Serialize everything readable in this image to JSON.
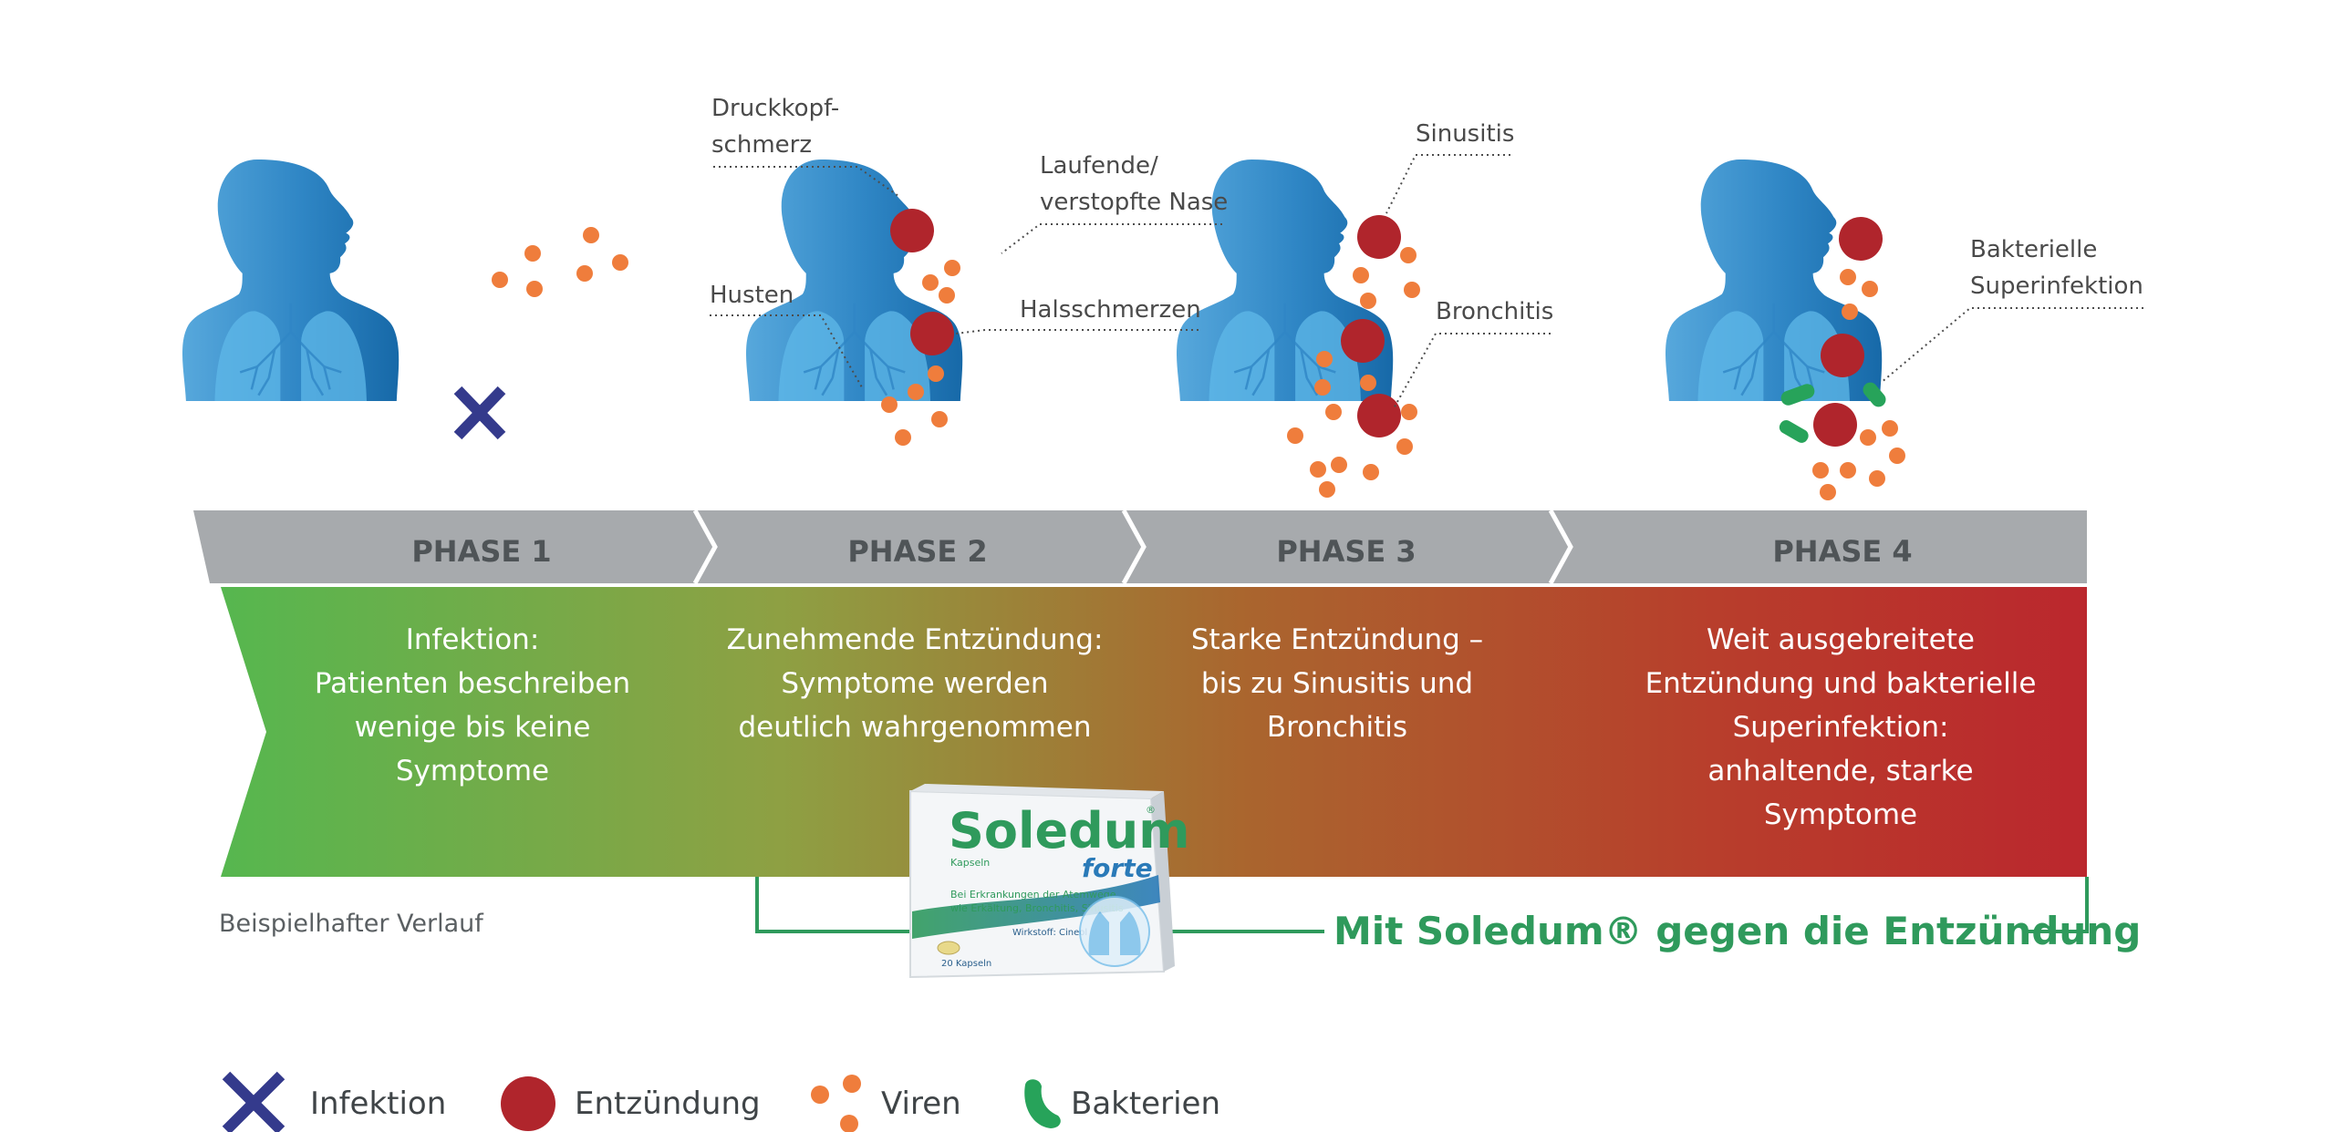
{
  "phases": [
    {
      "label": "PHASE 1",
      "description": [
        "Infektion:",
        "Patienten beschreiben",
        "wenige bis keine",
        "Symptome"
      ]
    },
    {
      "label": "PHASE 2",
      "description": [
        "Zunehmende Entzündung:",
        "Symptome werden",
        "deutlich wahrgenommen"
      ]
    },
    {
      "label": "PHASE 3",
      "description": [
        "Starke Entzündung –",
        "bis zu Sinusitis und",
        "Bronchitis"
      ]
    },
    {
      "label": "PHASE 4",
      "description": [
        "Weit ausgebreitete",
        "Entzündung und bakterielle",
        "Superinfektion:",
        "anhaltende, starke",
        "Symptome"
      ]
    }
  ],
  "annotations": {
    "druckkopfschmerz": [
      "Druckkopf-",
      "schmerz"
    ],
    "nase": [
      "Laufende/",
      "verstopfte Nase"
    ],
    "husten": "Husten",
    "halsschmerzen": "Halsschmerzen",
    "sinusitis": "Sinusitis",
    "bronchitis": "Bronchitis",
    "superinfektion": [
      "Bakterielle",
      "Superinfektion"
    ]
  },
  "footnote": "Beispielhafter Verlauf",
  "claim": "Mit Soledum® gegen die Entzündung",
  "package": {
    "brand": "Soledum",
    "reg": "®",
    "type": "Kapseln",
    "variant": "forte",
    "indication": [
      "Bei Erkrankungen der Atemwege",
      "wie Erkältung, Bronchitis, Sinusitis"
    ],
    "ingredient": "Wirkstoff: Cineol",
    "count": "20 Kapseln"
  },
  "legend": [
    {
      "label": "Infektion",
      "icon": "cross-icon"
    },
    {
      "label": "Entzündung",
      "icon": "inflammation-dot-icon"
    },
    {
      "label": "Viren",
      "icon": "virus-dots-icon"
    },
    {
      "label": "Bakterien",
      "icon": "bacterium-icon"
    }
  ],
  "colors": {
    "body": "#2f86c5",
    "lung": "#5fb8e8",
    "inflammation": "#b0252c",
    "virus": "#ef7d3c",
    "bacteria": "#27a35a",
    "infection_cross": "#343a8c",
    "phase_bar": "#a7aaad",
    "gradient_start": "#56b74f",
    "gradient_mid": "#a9652e",
    "gradient_end": "#b8282c",
    "claim_green": "#2f9a5c"
  }
}
